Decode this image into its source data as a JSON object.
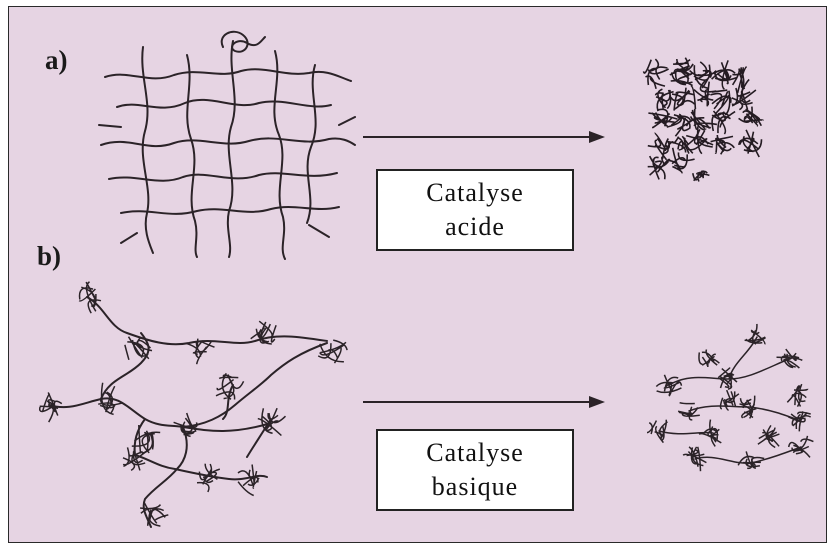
{
  "figure": {
    "panels": [
      {
        "label": "a)",
        "box_lines": [
          "Catalyse",
          "acide"
        ]
      },
      {
        "label": "b)",
        "box_lines": [
          "Catalyse",
          "basique"
        ]
      }
    ],
    "colors": {
      "background": "#e6d4e3",
      "ink": "#2b2328",
      "box_fill": "#ffffff"
    }
  }
}
